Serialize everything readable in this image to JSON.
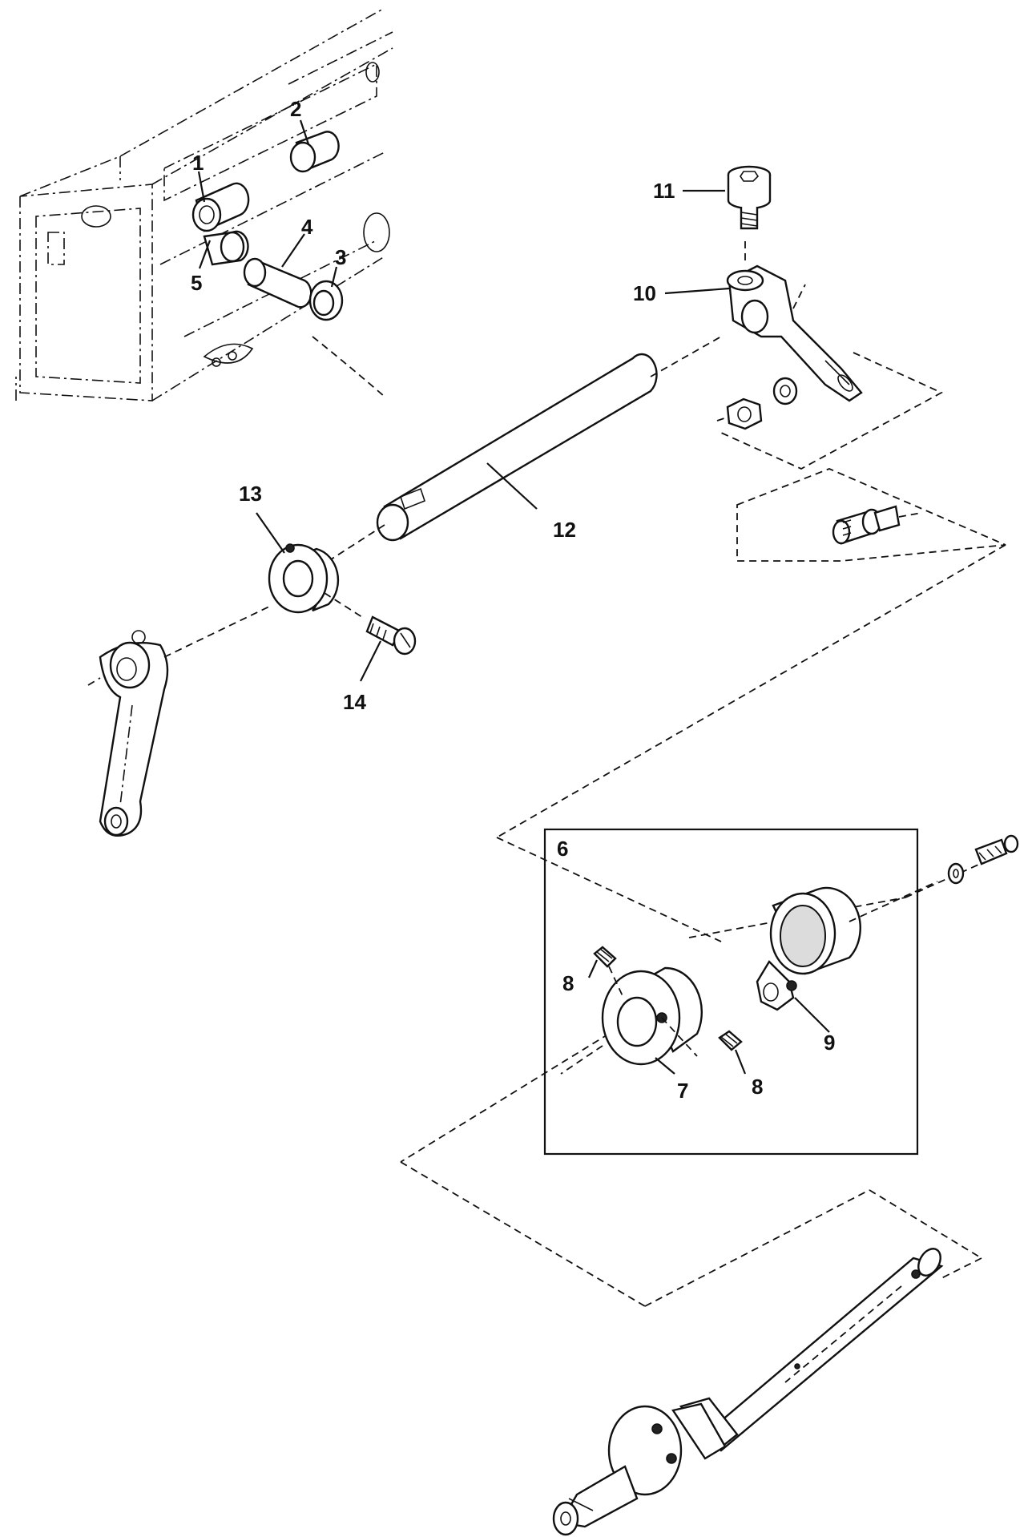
{
  "diagram": {
    "callouts": [
      {
        "id": "c1",
        "text": "1"
      },
      {
        "id": "c2",
        "text": "2"
      },
      {
        "id": "c3",
        "text": "3"
      },
      {
        "id": "c4",
        "text": "4"
      },
      {
        "id": "c5",
        "text": "5"
      },
      {
        "id": "c6",
        "text": "6"
      },
      {
        "id": "c7",
        "text": "7"
      },
      {
        "id": "c8a",
        "text": "8"
      },
      {
        "id": "c8b",
        "text": "8"
      },
      {
        "id": "c9",
        "text": "9"
      },
      {
        "id": "c10",
        "text": "10"
      },
      {
        "id": "c11",
        "text": "11"
      },
      {
        "id": "c12",
        "text": "12"
      },
      {
        "id": "c13",
        "text": "13"
      },
      {
        "id": "c14",
        "text": "14"
      }
    ]
  }
}
